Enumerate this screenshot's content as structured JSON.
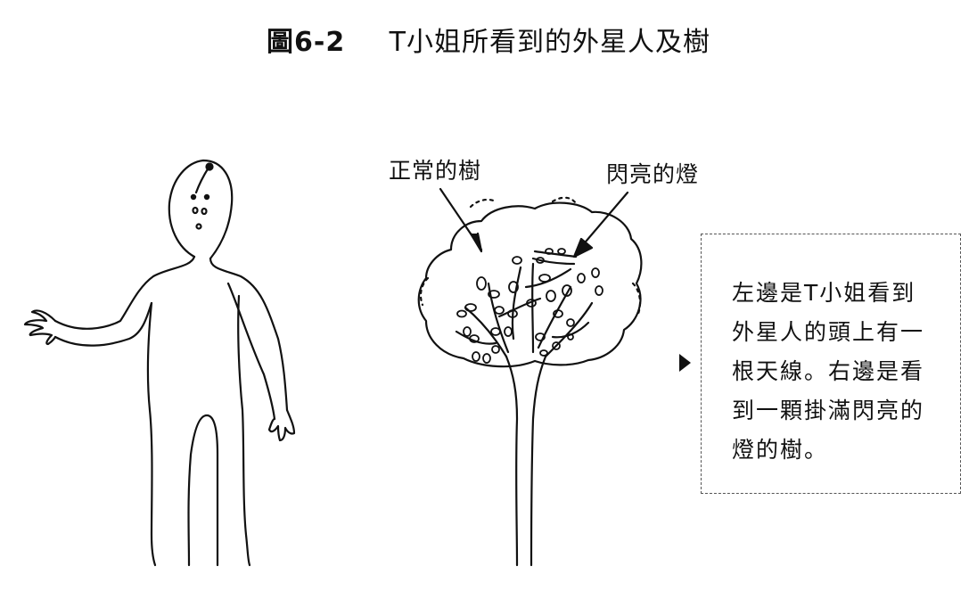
{
  "title": {
    "number": "圖6-2",
    "text": "T小姐所看到的外星人及樹"
  },
  "labels": {
    "normal_tree": "正常的樹",
    "shining_lights": "閃亮的燈"
  },
  "caption": {
    "text": "左邊是T小姐看到外星人的頭上有一根天線。右邊是看到一顆掛滿閃亮的燈的樹。"
  }
}
